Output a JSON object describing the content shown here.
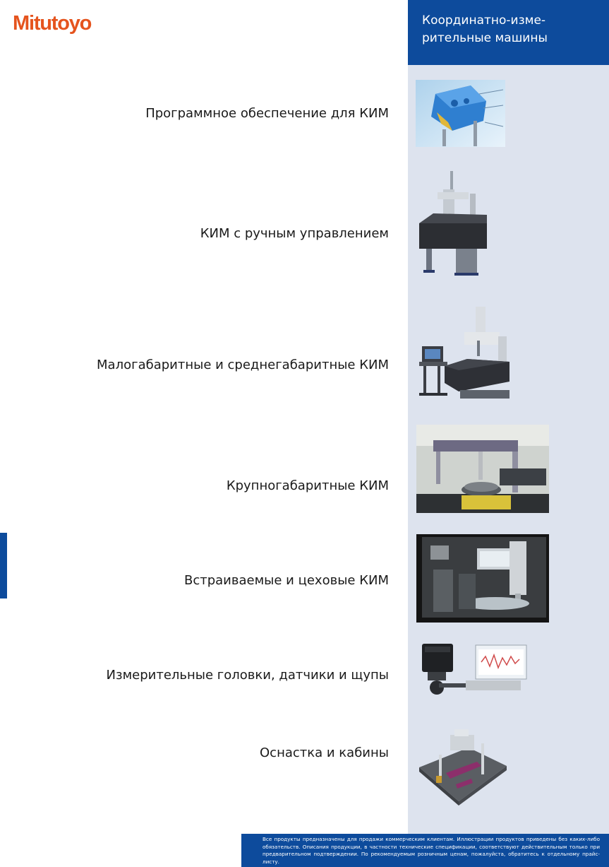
{
  "brand": {
    "logo_text": "Mitutoyo"
  },
  "header": {
    "title": "Координатно-изме-рительные машины"
  },
  "categories": [
    {
      "label": "Программное обеспечение для КИМ",
      "image": "cmm-software-screenshot"
    },
    {
      "label": "КИМ с ручным управлением",
      "image": "manual-cmm-photo"
    },
    {
      "label": "Малогабаритные и среднегабаритные КИМ",
      "image": "small-medium-cmm-photo"
    },
    {
      "label": "Крупногабаритные КИМ",
      "image": "large-cmm-photo"
    },
    {
      "label": "Встраиваемые и цеховые КИМ",
      "image": "inline-shopfloor-cmm-photo"
    },
    {
      "label": "Измерительные головки, датчики и щупы",
      "image": "probe-heads-photo"
    },
    {
      "label": "Оснастка и кабины",
      "image": "fixtures-photo"
    }
  ],
  "footer": {
    "text": "Все продукты предназначены для продажи коммерческим клиентам. Иллюстрации продуктов приведены без каких-либо обязательств. Описания продукции, в частности технические спецификации, соответствуют действительным только при предварительном подтверждении. По рекомендуемым розничным ценам, пожалуйста, обратитесь к отдельному прайс-листу."
  },
  "colors": {
    "brand_orange": "#e5541e",
    "brand_blue": "#0d4b9c",
    "panel": "#dde3ee"
  }
}
